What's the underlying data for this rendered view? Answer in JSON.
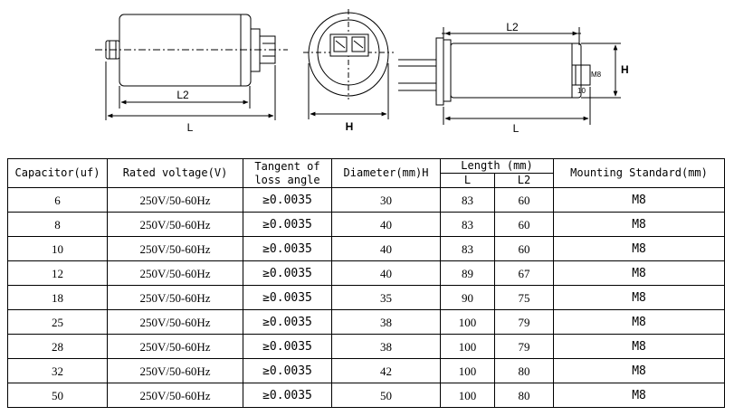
{
  "drawings": {
    "side_view": {
      "l2_label": "L2",
      "l_label": "L"
    },
    "end_view": {
      "h_label": "H"
    },
    "mount_view": {
      "l2_label": "L2",
      "l_label": "L",
      "h_label": "H",
      "thread_label": "M8",
      "stud_label": "10"
    }
  },
  "table": {
    "headers": {
      "capacitor": "Capacitor(uf)",
      "rated_voltage": "Rated voltage(V)",
      "tangent_line1": "Tangent of",
      "tangent_line2": "loss angle",
      "diameter": "Diameter(mm)H",
      "length": "Length (mm)",
      "length_l": "L",
      "length_l2": "L2",
      "mounting": "Mounting Standard(mm)"
    },
    "rows": [
      [
        "6",
        "250V/50-60Hz",
        "≥0.0035",
        "30",
        "83",
        "60",
        "M8"
      ],
      [
        "8",
        "250V/50-60Hz",
        "≥0.0035",
        "40",
        "83",
        "60",
        "M8"
      ],
      [
        "10",
        "250V/50-60Hz",
        "≥0.0035",
        "40",
        "83",
        "60",
        "M8"
      ],
      [
        "12",
        "250V/50-60Hz",
        "≥0.0035",
        "40",
        "89",
        "67",
        "M8"
      ],
      [
        "18",
        "250V/50-60Hz",
        "≥0.0035",
        "35",
        "90",
        "75",
        "M8"
      ],
      [
        "25",
        "250V/50-60Hz",
        "≥0.0035",
        "38",
        "100",
        "79",
        "M8"
      ],
      [
        "28",
        "250V/50-60Hz",
        "≥0.0035",
        "38",
        "100",
        "79",
        "M8"
      ],
      [
        "32",
        "250V/50-60Hz",
        "≥0.0035",
        "42",
        "100",
        "80",
        "M8"
      ],
      [
        "50",
        "250V/50-60Hz",
        "≥0.0035",
        "50",
        "100",
        "80",
        "M8"
      ]
    ]
  }
}
